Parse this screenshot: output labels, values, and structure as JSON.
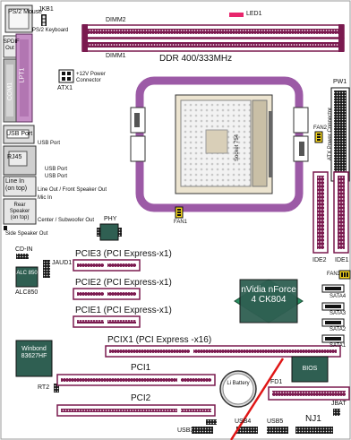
{
  "title": "Motherboard Layout",
  "colors": {
    "slot": "#7a1a4f",
    "socket": "#9c5aa6",
    "chip": "#2f5f52",
    "io": "#c9c9c9",
    "led": "#e8266d",
    "pointer": "#e01515"
  },
  "labels": {
    "ps2_mouse": "PS/2 Mouse",
    "ps2_keyboard": "PS/2 Keyboard",
    "jkb1": "JKB1",
    "spdif_out": "SPDIF Out",
    "lpt1": "LPT1",
    "com1": "COM1",
    "atx1": "ATX1",
    "atx1_desc": "+12V Power Connector",
    "dimm2": "DIMM2",
    "dimm1": "DIMM1",
    "led1": "LED1",
    "ddr": "DDR 400/333MHz",
    "pw1": "PW1",
    "atx_power_connector": "ATX Power Connector",
    "usb_port_block": "USB Port",
    "usb_port_1": "USB Port",
    "rj45": "RJ45",
    "usb_port_2": "USB Port",
    "usb_port_3": "USB Port",
    "line_in": "Line In (on top)",
    "line_out": "Line Out / Front Speaker Out",
    "mic_in": "Mic In",
    "rear_speaker": "Rear Speaker (on top)",
    "center_sub": "Center / Subwoofer Out",
    "side_speaker": "Side Speaker Out",
    "socket754": "Socket 754",
    "fan2": "FAN2",
    "fan1": "FAN1",
    "fan3": "FAN3",
    "ide2": "IDE2",
    "ide1": "IDE1",
    "phy": "PHY",
    "cd_in": "CD-IN",
    "jaud1": "JAUD1",
    "alc850": "ALC850",
    "alc_chip": "ALC 850",
    "pcie3": "PCIE3 (PCI Express-x1)",
    "pcie2": "PCIE2 (PCI Express-x1)",
    "pcie1": "PCIE1 (PCI Express-x1)",
    "pcix1": "PCIX1 (PCI Express -x16)",
    "nvidia_chip": "nVidia nForce 4 CK804",
    "sata4": "SATA4",
    "sata3": "SATA3",
    "sata2": "SATA2",
    "sata1": "SATA1",
    "winbond": "Winbond 83627HF",
    "rt2": "RT2",
    "pci1": "PCI1",
    "pci2": "PCI2",
    "battery": "Li Battery",
    "bios": "BIOS",
    "fd1": "FD1",
    "jbat": "JBAT",
    "usb3": "USB3",
    "usb4": "USB4",
    "usb5": "USB5",
    "nj1": "NJ1"
  }
}
